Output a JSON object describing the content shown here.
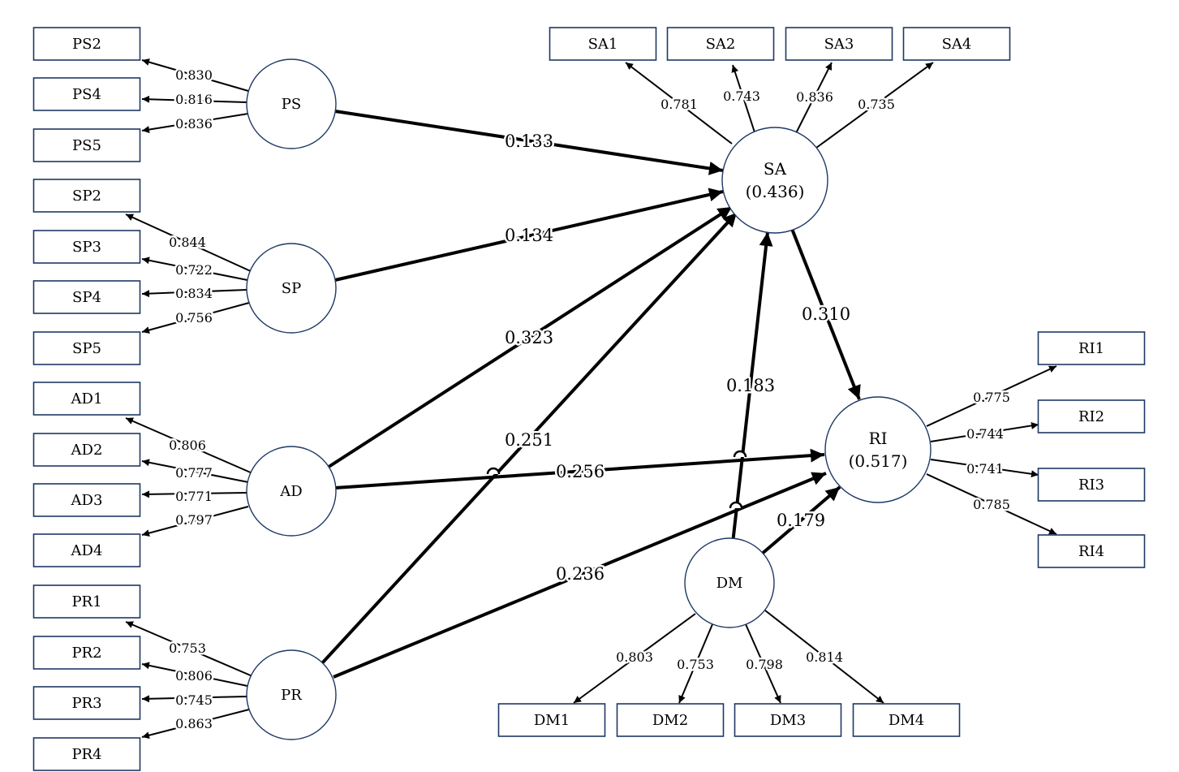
{
  "constructs": {
    "PS": {
      "label": "PS"
    },
    "SP": {
      "label": "SP"
    },
    "AD": {
      "label": "AD"
    },
    "PR": {
      "label": "PR"
    },
    "SA": {
      "label": "SA",
      "r2": "(0.436)"
    },
    "RI": {
      "label": "RI",
      "r2": "(0.517)"
    },
    "DM": {
      "label": "DM"
    }
  },
  "indicators": [
    {
      "id": "PS2",
      "construct": "PS",
      "loading": "0.830"
    },
    {
      "id": "PS4",
      "construct": "PS",
      "loading": "0.816"
    },
    {
      "id": "PS5",
      "construct": "PS",
      "loading": "0.836"
    },
    {
      "id": "SP2",
      "construct": "SP",
      "loading": "0.844"
    },
    {
      "id": "SP3",
      "construct": "SP",
      "loading": "0.722"
    },
    {
      "id": "SP4",
      "construct": "SP",
      "loading": "0.834"
    },
    {
      "id": "SP5",
      "construct": "SP",
      "loading": "0.756"
    },
    {
      "id": "AD1",
      "construct": "AD",
      "loading": "0.806"
    },
    {
      "id": "AD2",
      "construct": "AD",
      "loading": "0.777"
    },
    {
      "id": "AD3",
      "construct": "AD",
      "loading": "0.771"
    },
    {
      "id": "AD4",
      "construct": "AD",
      "loading": "0.797"
    },
    {
      "id": "PR1",
      "construct": "PR",
      "loading": "0.753"
    },
    {
      "id": "PR2",
      "construct": "PR",
      "loading": "0.806"
    },
    {
      "id": "PR3",
      "construct": "PR",
      "loading": "0.745"
    },
    {
      "id": "PR4",
      "construct": "PR",
      "loading": "0.863"
    },
    {
      "id": "SA1",
      "construct": "SA",
      "loading": "0.781"
    },
    {
      "id": "SA2",
      "construct": "SA",
      "loading": "0.743"
    },
    {
      "id": "SA3",
      "construct": "SA",
      "loading": "0.836"
    },
    {
      "id": "SA4",
      "construct": "SA",
      "loading": "0.735"
    },
    {
      "id": "RI1",
      "construct": "RI",
      "loading": "0.775"
    },
    {
      "id": "RI2",
      "construct": "RI",
      "loading": "0.744"
    },
    {
      "id": "RI3",
      "construct": "RI",
      "loading": "0.741"
    },
    {
      "id": "RI4",
      "construct": "RI",
      "loading": "0.785"
    },
    {
      "id": "DM1",
      "construct": "DM",
      "loading": "0.803"
    },
    {
      "id": "DM2",
      "construct": "DM",
      "loading": "0.753"
    },
    {
      "id": "DM3",
      "construct": "DM",
      "loading": "0.798"
    },
    {
      "id": "DM4",
      "construct": "DM",
      "loading": "0.814"
    }
  ],
  "paths": [
    {
      "from": "PS",
      "to": "SA",
      "coef": "0.133"
    },
    {
      "from": "SP",
      "to": "SA",
      "coef": "0.134"
    },
    {
      "from": "AD",
      "to": "SA",
      "coef": "0.323"
    },
    {
      "from": "PR",
      "to": "SA",
      "coef": "0.251"
    },
    {
      "from": "DM",
      "to": "SA",
      "coef": "0.183"
    },
    {
      "from": "SA",
      "to": "RI",
      "coef": "0.310"
    },
    {
      "from": "AD",
      "to": "RI",
      "coef": "0.256"
    },
    {
      "from": "PR",
      "to": "RI",
      "coef": "0.236"
    },
    {
      "from": "DM",
      "to": "RI",
      "coef": "0.179"
    }
  ]
}
